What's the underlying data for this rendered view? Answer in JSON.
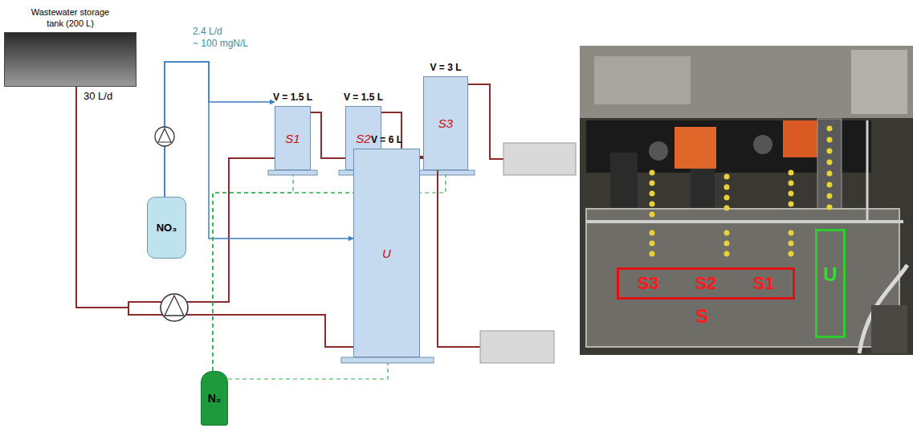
{
  "diagram": {
    "nodes": [
      {
        "text": [
          "Wastewater storage tank (200 L)"
        ]
      },
      {
        "text": [
          "NO₃"
        ]
      },
      {
        "text": [
          "V = 1.5 L",
          "S1"
        ]
      },
      {
        "text": [
          "V = 1.5 L",
          "S2"
        ]
      },
      {
        "text": [
          "V = 3 L",
          "S3"
        ]
      },
      {
        "text": [
          "V = 6 L",
          "U"
        ]
      },
      {
        "text": [
          "N₂"
        ]
      },
      {
        "text": [
          "S3",
          "S2",
          "S1"
        ]
      },
      {
        "text": [
          "U"
        ]
      }
    ],
    "edges": [
      {
        "from": 0,
        "to": 2,
        "arrow": "none"
      },
      {
        "from": 0,
        "to": 5,
        "arrow": "none"
      },
      {
        "from": 1,
        "to": 2,
        "arrow": "to"
      },
      {
        "from": 1,
        "to": 5,
        "arrow": "to"
      },
      {
        "from": 2,
        "to": 3,
        "arrow": "none"
      },
      {
        "from": 3,
        "to": 4,
        "arrow": "none"
      },
      {
        "from": 6,
        "to": 2,
        "arrow": "none"
      },
      {
        "from": 6,
        "to": 3,
        "arrow": "none"
      },
      {
        "from": 6,
        "to": 4,
        "arrow": "none"
      },
      {
        "from": 6,
        "to": 5,
        "arrow": "none"
      }
    ],
    "labels": [
      "30 L/d",
      "2.4 L/d",
      "~ 100 mgN/L",
      "S"
    ]
  }
}
